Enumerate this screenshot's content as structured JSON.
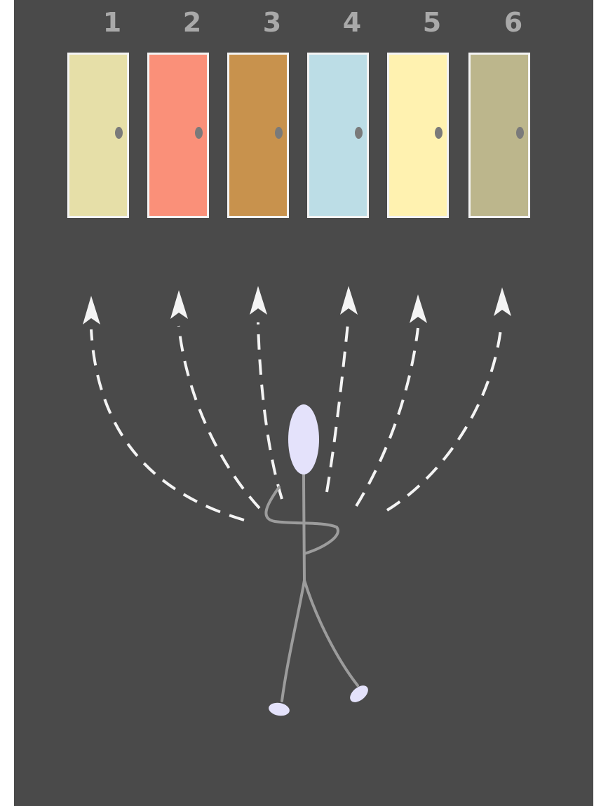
{
  "doors": [
    {
      "label": "1",
      "color": "#e6dfa8"
    },
    {
      "label": "2",
      "color": "#fa9079"
    },
    {
      "label": "3",
      "color": "#c8924d"
    },
    {
      "label": "4",
      "color": "#bcdde6"
    },
    {
      "label": "5",
      "color": "#fff2b0"
    },
    {
      "label": "6",
      "color": "#bcb68c"
    }
  ],
  "colors": {
    "background": "#4a4a4a",
    "page": "#ffffff",
    "door_frame": "#f4f4f4",
    "door_knob": "#7a7a7a",
    "label": "#a9a9a9",
    "path": "#f4f4f4",
    "figure_head": "#e4e2fb",
    "figure_body": "#9c9c9c"
  }
}
